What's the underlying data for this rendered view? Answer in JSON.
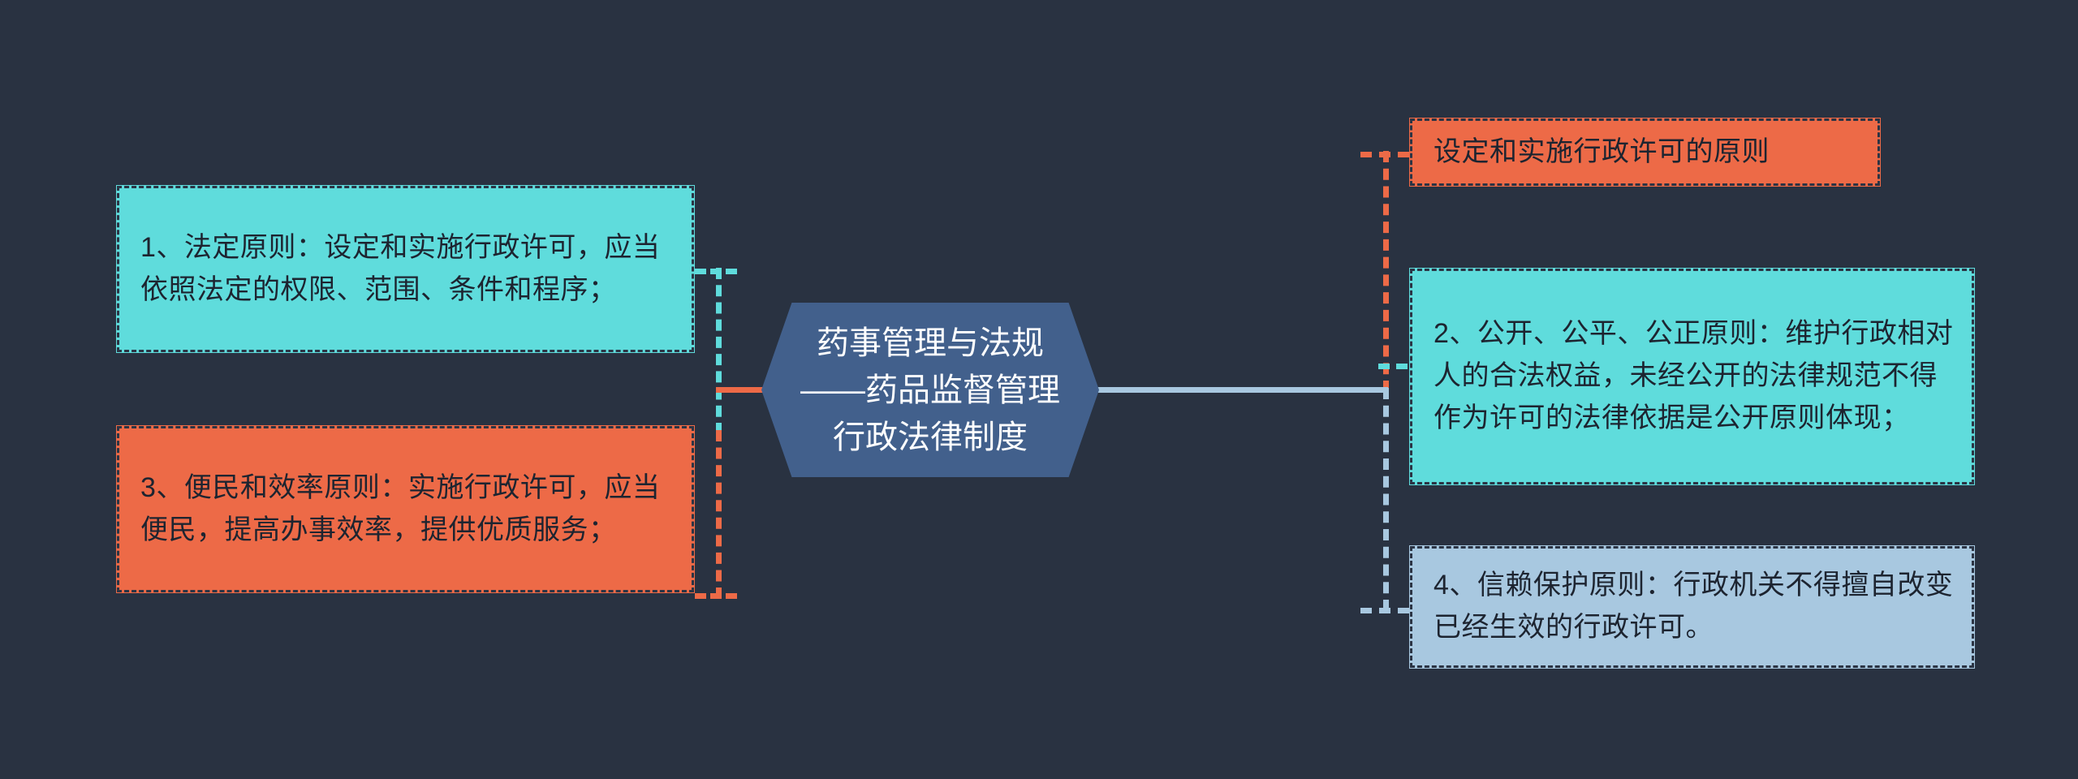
{
  "diagram": {
    "type": "mind-map",
    "background_color": "#293241",
    "center": {
      "label": "药事管理与法规——药品监督管理行政法律制度",
      "color": "#42608C",
      "text_color": "#ffffff",
      "shape": "hexagon"
    },
    "branches": [
      {
        "id": "branch-left-1",
        "side": "left",
        "label": "1、法定原则：设定和实施行政许可，应当依照法定的权限、范围、条件和程序；",
        "color": "#5FDCDC",
        "connector_color": "#5FDCDC"
      },
      {
        "id": "branch-left-3",
        "side": "left",
        "label": "3、便民和效率原则：实施行政许可，应当便民，提高办事效率，提供优质服务；",
        "color": "#ED6A47",
        "connector_color": "#ED6A47"
      },
      {
        "id": "branch-right-title",
        "side": "right",
        "label": "设定和实施行政许可的原则",
        "color": "#ED6A47",
        "connector_color": "#ED6A47"
      },
      {
        "id": "branch-right-2",
        "side": "right",
        "label": "2、公开、公平、公正原则：维护行政相对人的合法权益，未经公开的法律规范不得作为许可的法律依据是公开原则体现；",
        "color": "#5FDCDC",
        "connector_color": "#5FDCDC"
      },
      {
        "id": "branch-right-4",
        "side": "right",
        "label": "4、信赖保护原则：行政机关不得擅自改变已经生效的行政许可。",
        "color": "#A8C8E0",
        "connector_color": "#A8C8E0"
      }
    ]
  }
}
